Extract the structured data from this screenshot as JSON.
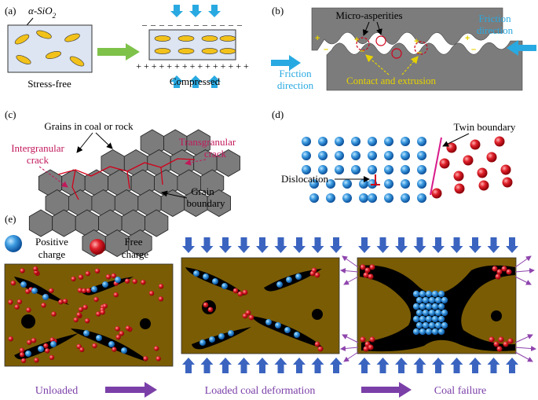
{
  "panel_a": {
    "tag": "(a)",
    "mineral": "α-SiO",
    "mineral_sub": "2",
    "left_caption": "Stress-free",
    "right_caption": "Compressed",
    "minus_row": "– – – – – – – – – – – –",
    "plus_row": "+ + + + + + + + + + + + + + +"
  },
  "panel_b": {
    "tag": "(b)",
    "asperities": "Micro-asperities",
    "friction_right": [
      "Friction",
      "direction"
    ],
    "friction_left": [
      "Friction",
      "direction"
    ],
    "contact": "Contact and extrusion"
  },
  "panel_c": {
    "tag": "(c)",
    "grains": "Grains in coal or rock",
    "intergranular": [
      "Intergranular",
      "crack"
    ],
    "transgranular": [
      "Transgranular",
      "crack"
    ],
    "boundary": [
      "Grain",
      "boundary"
    ]
  },
  "panel_d": {
    "tag": "(d)",
    "twin": "Twin boundary",
    "dislocation": "Dislocation"
  },
  "panel_e": {
    "tag": "(e)",
    "positive": [
      "Positive",
      "charge"
    ],
    "free": [
      "Free",
      "charge"
    ],
    "stage1": "Unloaded",
    "stage2": "Loaded coal deformation",
    "stage3": "Coal failure"
  },
  "colors": {
    "coal": "#7a5c05",
    "gray": "#7c7c7c",
    "arrow_blue": "#3b64c0",
    "cyan": "#29a9e1",
    "green": "#7ec24a",
    "magenta": "#c2185b",
    "purple": "#7b3fa8",
    "yellow": "#e6d200"
  }
}
